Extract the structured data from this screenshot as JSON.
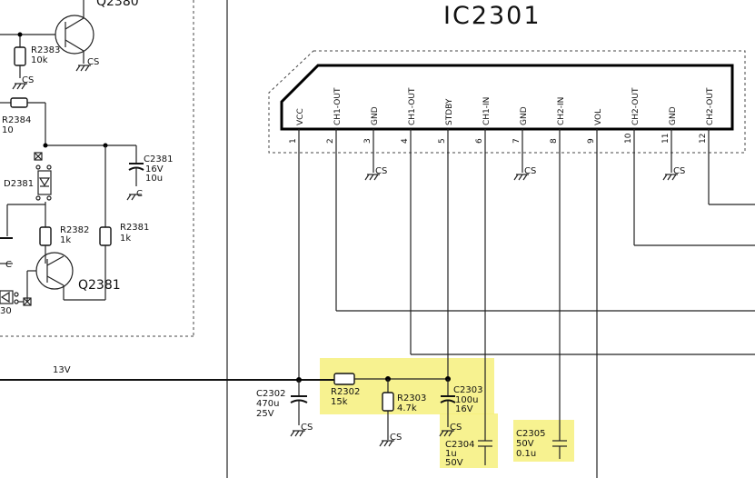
{
  "colors": {
    "highlight": "#f6f07c",
    "wire": "#222222"
  },
  "ic": {
    "name": "IC2301",
    "pins": [
      {
        "no": "1",
        "name": "VCC"
      },
      {
        "no": "2",
        "name": "CH1-OUT"
      },
      {
        "no": "3",
        "name": "GND"
      },
      {
        "no": "4",
        "name": "CH1-OUT"
      },
      {
        "no": "5",
        "name": "STDBY"
      },
      {
        "no": "6",
        "name": "CH1-IN"
      },
      {
        "no": "7",
        "name": "GND"
      },
      {
        "no": "8",
        "name": "CH2-IN"
      },
      {
        "no": "9",
        "name": "VOL"
      },
      {
        "no": "10",
        "name": "CH2-OUT"
      },
      {
        "no": "11",
        "name": "GND"
      },
      {
        "no": "12",
        "name": "CH2-OUT"
      }
    ]
  },
  "nets": {
    "supply": "13V",
    "ground": "CS"
  },
  "left_section": {
    "q2383": "Q2380",
    "r2383": {
      "ref": "R2383",
      "value": "10k"
    },
    "r2384": {
      "ref": "R2384",
      "value": "10"
    },
    "c2381": {
      "ref": "C2381",
      "v1": "16V",
      "v2": "10u"
    },
    "d2381": "D2381",
    "r2382": {
      "ref": "R2382",
      "value": "1k"
    },
    "r2381": {
      "ref": "R2381",
      "value": "1k"
    },
    "q2381": "Q2381",
    "edge_c": "C",
    "edge_30": "30"
  },
  "components": {
    "c2302": {
      "ref": "C2302",
      "v1": "470u",
      "v2": "25V"
    },
    "r2302": {
      "ref": "R2302",
      "value": "15k"
    },
    "r2303": {
      "ref": "R2303",
      "value": "4.7k"
    },
    "c2303": {
      "ref": "C2303",
      "v1": "100u",
      "v2": "16V"
    },
    "c2304": {
      "ref": "C2304",
      "v1": "1u",
      "v2": "50V"
    },
    "c2305": {
      "ref": "C2305",
      "v1": "50V",
      "v2": "0.1u"
    }
  }
}
